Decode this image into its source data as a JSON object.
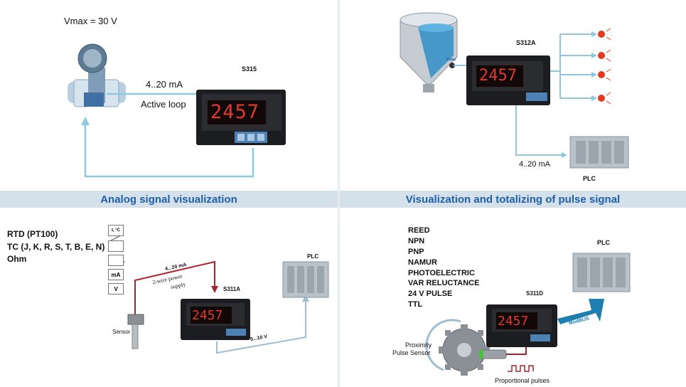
{
  "analog": {
    "vmax": "Vmax = 30 V",
    "model": "S315",
    "current": "4..20 mA",
    "loop": "Active loop",
    "display_value": "2457"
  },
  "pulse_top": {
    "model": "S312A",
    "tank_label": "Pulse",
    "output": "4..20 mA",
    "plc": "PLC",
    "display_value": "2457"
  },
  "titles": {
    "left": "Analog signal visualization",
    "right": "Visualization and totalizing of pulse signal"
  },
  "rtd": {
    "inputs": [
      "RTD (PT100)",
      "TC (J, K, R, S, T, B, E, N)",
      "Ohm"
    ],
    "symbols": [
      "t, °C",
      "",
      "",
      "mA",
      "V"
    ],
    "current": "4...20 mA",
    "supply": [
      "2-wire power",
      "supply"
    ],
    "model": "S311A",
    "plc": "PLC",
    "output": "0...10 V",
    "sensor": "Sensor",
    "display_value": "2457"
  },
  "pulse_bottom": {
    "inputs": [
      "REED",
      "NPN",
      "PNP",
      "NAMUR",
      "PHOTOELECTRIC",
      "VAR RELUCTANCE",
      "24 V PULSE",
      "TTL"
    ],
    "model": "S311D",
    "plc": "PLC",
    "bus": "ModBUS",
    "sensor": [
      "Proximity",
      "Pulse Sensor"
    ],
    "pulses": "Proportional pulses",
    "display_value": "2457"
  },
  "colors": {
    "loop_line": "#8ec8df",
    "wire_red": "#b0202c",
    "title_blue": "#1e5fa8",
    "band": "#d5e1ea",
    "arrow_blue": "#1f7fb0",
    "led_red": "#e23a1e"
  }
}
